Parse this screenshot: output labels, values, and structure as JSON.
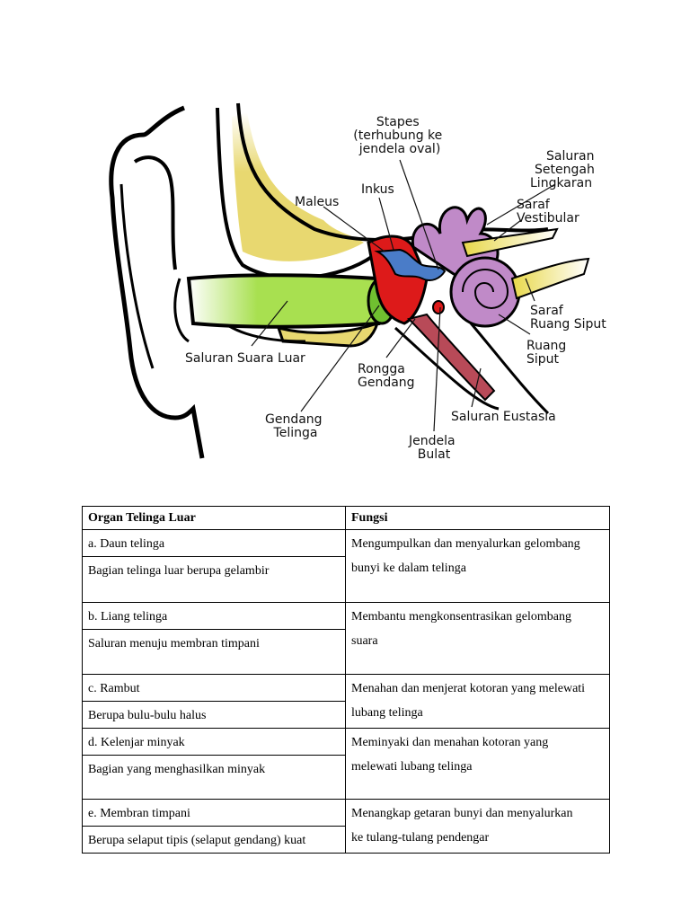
{
  "diagram": {
    "labels": {
      "stapes": [
        "Stapes",
        "(terhubung ke",
        "jendela oval)"
      ],
      "saluran_setengah_lingkaran": [
        "Saluran",
        "Setengah",
        "Lingkaran"
      ],
      "maleus": "Maleus",
      "inkus": "Inkus",
      "saraf_vestibular": [
        "Saraf",
        "Vestibular"
      ],
      "saraf_ruang_siput": [
        "Saraf",
        "Ruang Siput"
      ],
      "ruang_siput": [
        "Ruang",
        "Siput"
      ],
      "saluran_suara_luar": "Saluran Suara Luar",
      "rongga_gendang": [
        "Rongga",
        "Gendang"
      ],
      "saluran_eustasia": "Saluran Eustasia",
      "gendang_telinga": [
        "Gendang",
        "Telinga"
      ],
      "jendela_bulat": [
        "Jendela",
        "Bulat"
      ]
    },
    "colors": {
      "outline": "#000000",
      "skin": "#ffffff",
      "bone": "#e8d870",
      "canal": "#a8e050",
      "eardrum": "#70c030",
      "middle_ear": "#dd1a1a",
      "ossicles": "#4a7cc8",
      "cochlea": "#c08ac8",
      "nerve": "#e8d84a",
      "eustachian": "#b84a58"
    }
  },
  "table": {
    "headers": [
      "Organ Telinga Luar",
      "Fungsi"
    ],
    "rows": [
      {
        "organ": "a. Daun telinga",
        "desc": "Bagian telinga luar berupa gelambir",
        "fungsi": [
          "Mengumpulkan dan menyalurkan gelombang",
          "bunyi ke dalam telinga"
        ]
      },
      {
        "organ": "b. Liang telinga",
        "desc": "Saluran menuju membran timpani",
        "fungsi": [
          "Membantu mengkonsentrasikan gelombang",
          "suara"
        ]
      },
      {
        "organ": "c. Rambut",
        "desc": "Berupa bulu-bulu halus",
        "fungsi": [
          "Menahan dan menjerat kotoran yang melewati",
          "lubang telinga"
        ]
      },
      {
        "organ": "d. Kelenjar minyak",
        "desc": "Bagian yang menghasilkan minyak",
        "fungsi": [
          "Meminyaki dan menahan kotoran yang",
          "melewati lubang telinga"
        ]
      },
      {
        "organ": "e. Membran timpani",
        "desc": "Berupa selaput tipis (selaput gendang) kuat",
        "fungsi": [
          "Menangkap getaran bunyi dan menyalurkan",
          "ke tulang-tulang pendengar"
        ]
      }
    ]
  }
}
